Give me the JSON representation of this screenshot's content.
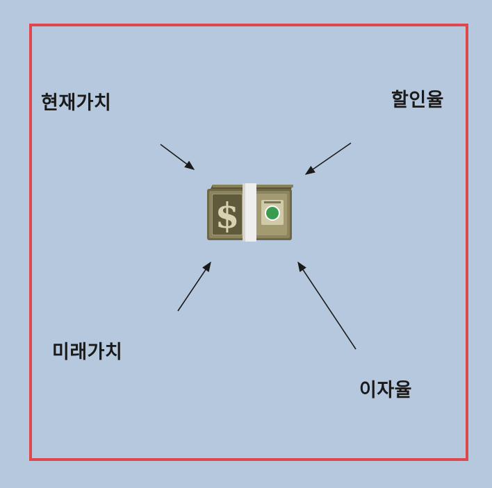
{
  "labels": {
    "top_left": "현재가치",
    "top_right": "할인율",
    "bottom_left": "미래가치",
    "bottom_right": "이자율"
  },
  "center_icon": "money-bill-dollar-icon",
  "colors": {
    "background": "#b5c8de",
    "frame": "#e0474c",
    "arrow": "#1a1a1a",
    "text": "#1a1a1a"
  }
}
